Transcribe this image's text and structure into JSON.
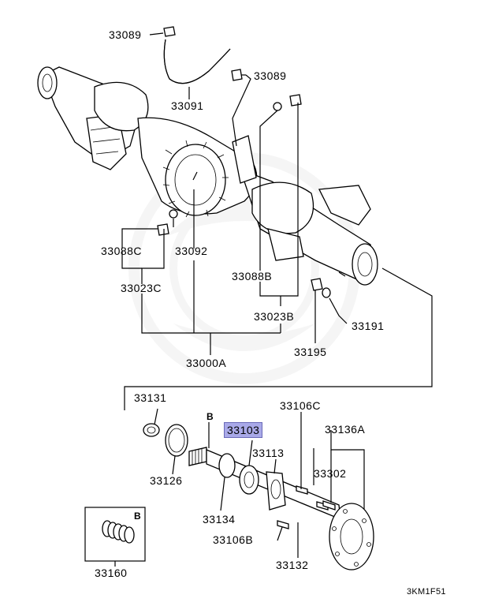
{
  "watermark_color": "#888888",
  "highlight_color": "#a9a9e8",
  "labels": {
    "p33089_top": "33089",
    "p33091": "33091",
    "p33089_right": "33089",
    "p33088C": "33088C",
    "p33092": "33092",
    "p33023C": "33023C",
    "p33088B": "33088B",
    "p33023B": "33023B",
    "p33191": "33191",
    "p33195": "33195",
    "p33000A": "33000A",
    "p33131": "33131",
    "p33106C": "33106C",
    "p33103": "33103",
    "p33136A": "33136A",
    "p33113": "33113",
    "p33302": "33302",
    "p33126": "33126",
    "p33134": "33134",
    "p33106B": "33106B",
    "p33132": "33132",
    "p33160": "33160",
    "tag_b1": "B",
    "tag_b2": "B",
    "figure_code": "3KM1F51"
  }
}
